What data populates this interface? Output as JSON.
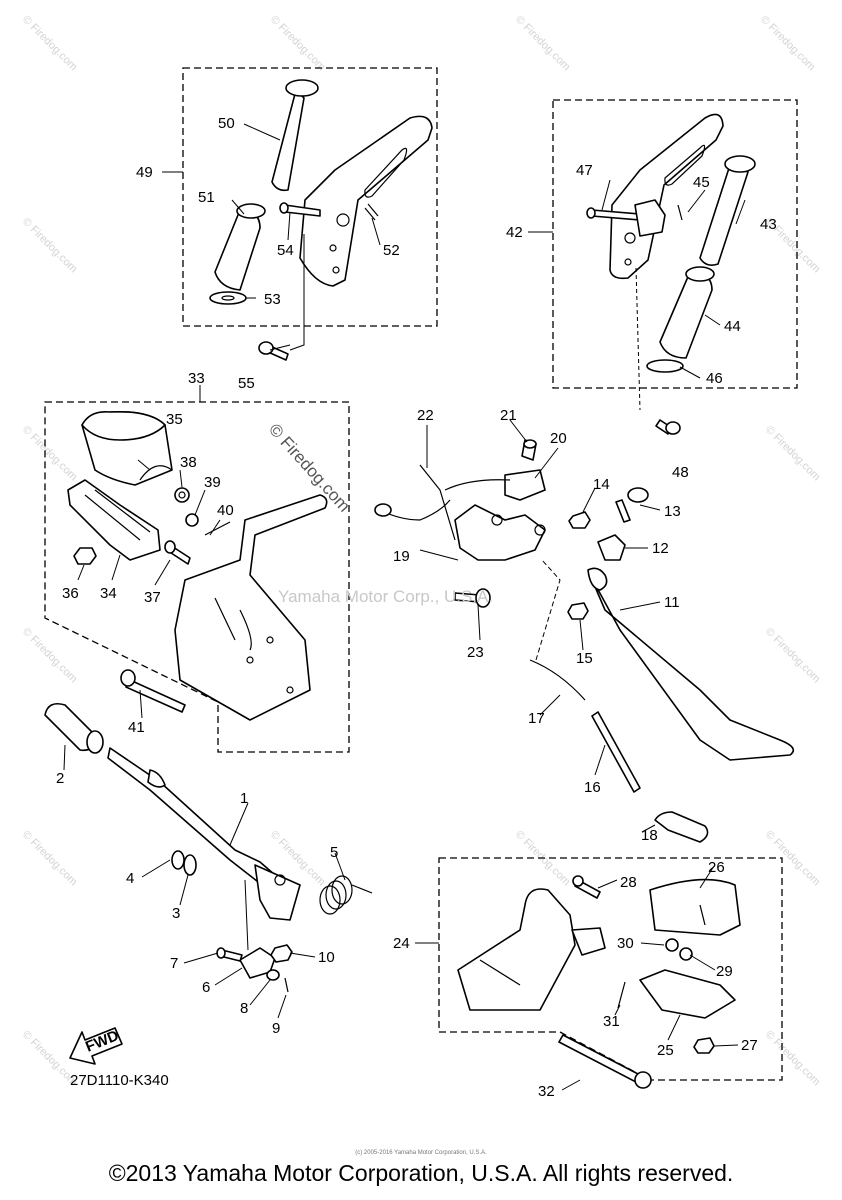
{
  "diagram": {
    "code": "27D1110-K340",
    "fwd_label": "FWD",
    "center_watermark": "Yamaha Motor Corp., U.S.A.",
    "rotated_watermark": "© Firedog.com",
    "edge_watermark": "© Firedog.com",
    "small_note": "(c) 2005-2016 Yamaha Motor Corporation, U.S.A.",
    "copyright": "©2013 Yamaha Motor Corporation, U.S.A. All rights reserved.",
    "callouts": [
      "1",
      "2",
      "3",
      "4",
      "5",
      "6",
      "7",
      "8",
      "9",
      "10",
      "11",
      "12",
      "13",
      "14",
      "15",
      "16",
      "17",
      "18",
      "19",
      "20",
      "21",
      "22",
      "23",
      "24",
      "25",
      "26",
      "27",
      "28",
      "29",
      "30",
      "31",
      "32",
      "33",
      "34",
      "35",
      "36",
      "37",
      "38",
      "39",
      "40",
      "41",
      "42",
      "43",
      "44",
      "45",
      "46",
      "47",
      "48",
      "49",
      "50",
      "51",
      "52",
      "53",
      "54",
      "55"
    ]
  }
}
